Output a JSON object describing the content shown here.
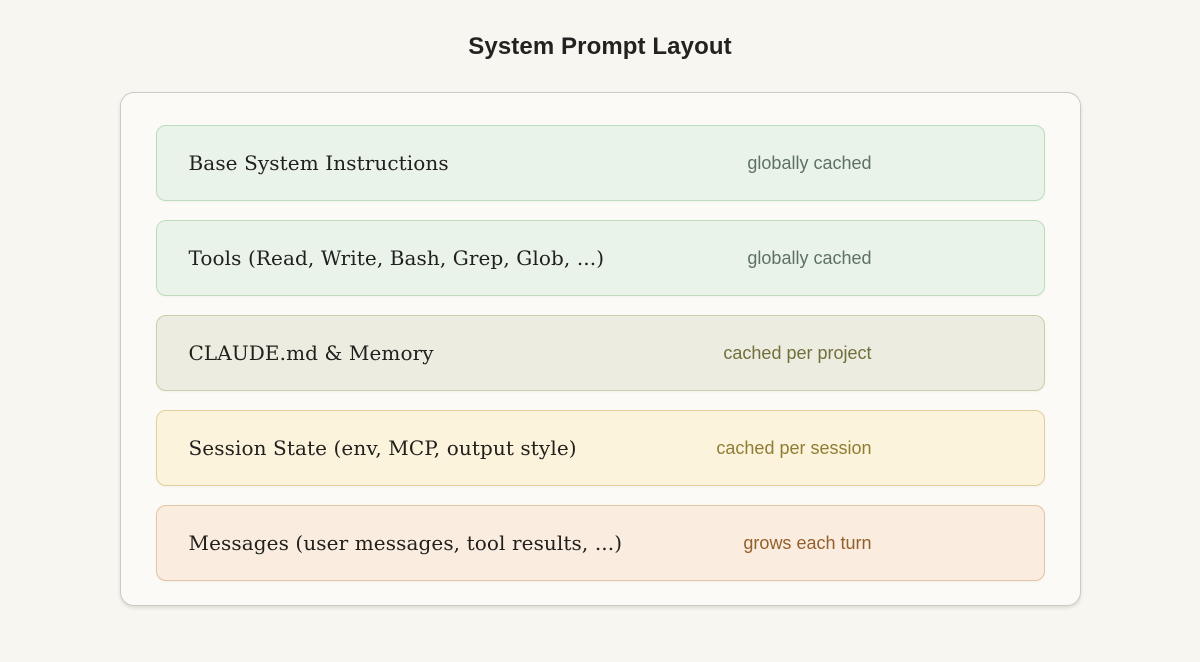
{
  "title": "System Prompt Layout",
  "colors": {
    "page_bg": "#F8F6F0",
    "panel_bg": "#FBFAF7",
    "panel_border": "#CBCAC4",
    "title_text": "#232220",
    "label_text": "#21201D",
    "green_bg": "#EAF3EA",
    "green_border": "#BEDCBC",
    "green_status_text": "#5E7263",
    "olive_bg": "#EDECE0",
    "olive_border": "#CFCDAA",
    "olive_status_text": "#71703C",
    "amber_bg": "#FCF3DC",
    "amber_border": "#DFD099",
    "amber_status_text": "#8F7D33",
    "orange_bg": "#FAEDE0",
    "orange_border": "#E2C5A2",
    "orange_status_text": "#935F2A"
  },
  "layers": [
    {
      "label": "Base System Instructions",
      "status": "globally cached",
      "theme": "green"
    },
    {
      "label": "Tools (Read, Write, Bash, Grep, Glob, ...)",
      "status": "globally cached",
      "theme": "green"
    },
    {
      "label": "CLAUDE.md & Memory",
      "status": "cached per project",
      "theme": "olive"
    },
    {
      "label": "Session State (env, MCP, output style)",
      "status": "cached per session",
      "theme": "amber"
    },
    {
      "label": "Messages (user messages, tool results, ...)",
      "status": "grows each turn",
      "theme": "orange"
    }
  ]
}
